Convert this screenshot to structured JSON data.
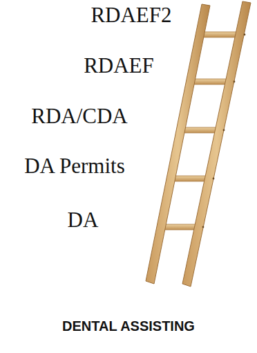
{
  "diagram": {
    "caption": "DENTAL ASSISTING",
    "labels": [
      "RDAEF2",
      "RDAEF",
      "RDA/CDA",
      "DA Permits",
      "DA"
    ]
  }
}
